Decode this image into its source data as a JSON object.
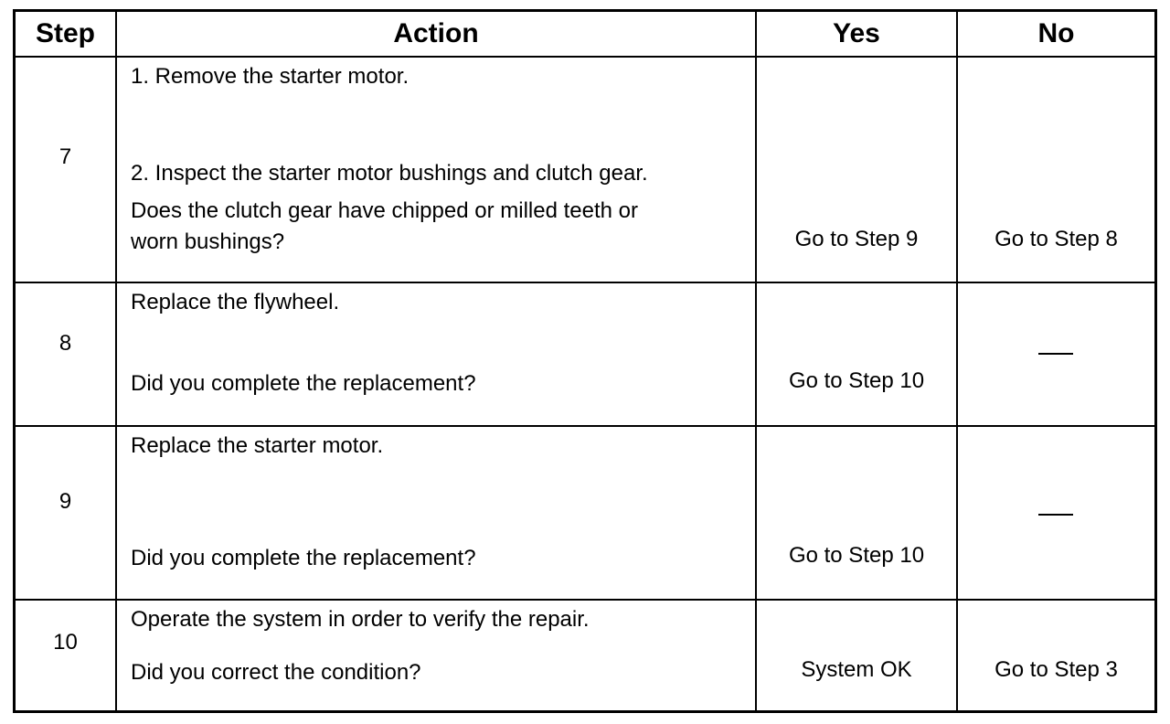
{
  "header": {
    "step": "Step",
    "action": "Action",
    "yes": "Yes",
    "no": "No"
  },
  "rows": [
    {
      "step": "7",
      "action": [
        "1. Remove the starter motor.",
        "2. Inspect the starter motor bushings and clutch gear.",
        "Does the clutch gear have chipped or milled teeth or",
        "worn bushings?"
      ],
      "yes": "Go to Step 9",
      "no": "Go to Step 8"
    },
    {
      "step": "8",
      "action": [
        "Replace the flywheel.",
        "Did you complete the replacement?"
      ],
      "yes": "Go to Step 10",
      "no": "—"
    },
    {
      "step": "9",
      "action": [
        "Replace the starter motor.",
        "Did you complete the replacement?"
      ],
      "yes": "Go to Step 10",
      "no": "—"
    },
    {
      "step": "10",
      "action": [
        "Operate the system in order to verify the repair.",
        "Did you correct the condition?"
      ],
      "yes": "System OK",
      "no": "Go to Step 3"
    }
  ]
}
